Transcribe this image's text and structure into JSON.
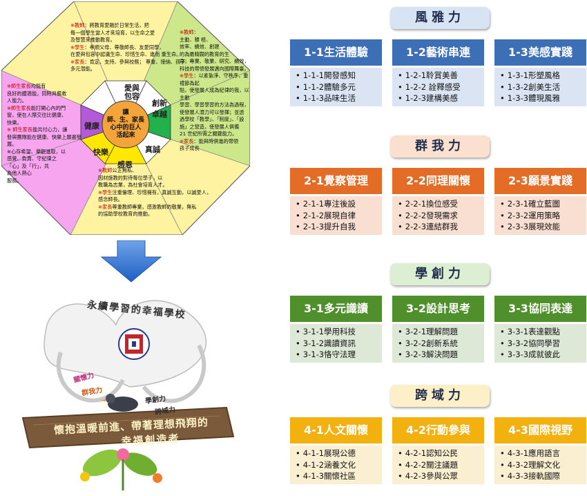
{
  "octagon": {
    "center": [
      "讓",
      "師、生、家長",
      "心中的巨人",
      "活起來"
    ],
    "values": {
      "top": "愛與\n包容",
      "right_top": "創新\n卓越",
      "right_bottom": "真誠",
      "bottom": "感恩",
      "left_bottom": "快樂",
      "left_top": "健康"
    },
    "top_block": [
      {
        "tag": "※教師",
        "text": "：將教育愛融於日常生活，把"
      },
      {
        "tag": "",
        "text": "每一個學生當人才來培育，以生命之愛"
      },
      {
        "tag": "",
        "text": "及智慧來推動教育。"
      },
      {
        "tag": "※學生",
        "text": "：孝順父母、尊敬師長、友愛同學，"
      },
      {
        "tag": "",
        "text": "在愛與包容中認識生命、珍惜生命、進而 重生命。"
      },
      {
        "tag": "※家長",
        "text": "：肯定、支持、參與校務； 尊重、接納、孩子"
      },
      {
        "tag": "",
        "text": "多元潛能。"
      }
    ],
    "right_block": [
      {
        "tag": "※教師",
        "text": "："
      },
      {
        "tag": "",
        "text": "主動、積 極、"
      },
      {
        "tag": "",
        "text": "效率、績效、創建"
      },
      {
        "tag": "",
        "text": "的為最精闢的教育的生"
      },
      {
        "tag": "",
        "text": "命；專業、敬業、研究、績效，"
      },
      {
        "tag": "",
        "text": "科技的帶領發展邁向國際舞臺。"
      },
      {
        "tag": "※學生",
        "text": "：以素紮淨、守秩序，重禮節為起"
      },
      {
        "tag": "",
        "text": "點，使發展人成為紀律的我，以主動"
      },
      {
        "tag": "",
        "text": "學習、學習學習的方法為過程，"
      },
      {
        "tag": "",
        "text": "使發展人潛力可以發揮；並透"
      },
      {
        "tag": "",
        "text": "過學校「教學」、「制度」、「設"
      },
      {
        "tag": "",
        "text": "施」之營造，使發展人俱備"
      },
      {
        "tag": "",
        "text": "21 世紀所需之關鍵能力。"
      },
      {
        "tag": "※家長",
        "text": "：能與時俱進的帶領"
      },
      {
        "tag": "",
        "text": "孩子成長"
      }
    ],
    "left_block": [
      {
        "tag": "※師生家長",
        "text": "均能有"
      },
      {
        "tag": "",
        "text": "良好的體適能，同時具備救"
      },
      {
        "tag": "",
        "text": "人能力。"
      },
      {
        "tag": "※師生家長",
        "text": "能打開心內的門"
      },
      {
        "tag": "",
        "text": "窗，使在人際交往比健康、"
      },
      {
        "tag": "",
        "text": "快樂。"
      },
      {
        "tag": "※ 師生家長",
        "text": "能共付心力，讓"
      },
      {
        "tag": "",
        "text": "發與團隊能在健康、快樂上展盡發展。"
      },
      {
        "tag": "",
        "text": "※心存希望、樂觀進取，以"
      },
      {
        "tag": "",
        "text": "感覺、負責、守紀律之"
      },
      {
        "tag": "",
        "text": "「心」及「行」，共"
      },
      {
        "tag": "",
        "text": "為他人熱心"
      },
      {
        "tag": "",
        "text": "服務。"
      }
    ],
    "bottom_block": [
      {
        "tag": "※教師",
        "text": "公正無私、"
      },
      {
        "tag": "",
        "text": "因材施教的對待每位學子，以"
      },
      {
        "tag": "",
        "text": "教職為志業，為社會培育人才。"
      },
      {
        "tag": "※學生",
        "text": "注重倫理、珍惜擁有，真誠互動，以誠愛人，"
      },
      {
        "tag": "",
        "text": "感念師長。"
      },
      {
        "tag": "※家長",
        "text": "尊重教師專業，感激教師的敬業，無私"
      },
      {
        "tag": "",
        "text": "的協助學校教育的推動。"
      }
    ]
  },
  "logo": {
    "arc_text": "永續學習的幸福學校",
    "ribbons": [
      "關懷力",
      "群我力",
      "學創力",
      "跨域力"
    ],
    "slogan_1": "懷抱溫暖前進、帶著理想飛翔的",
    "slogan_2": "幸福創造者"
  },
  "sections": [
    {
      "title": "風雅力",
      "banner_color": "#d7e4f4",
      "header_color": "#3c6fb6",
      "body_color": "#dbe4f2",
      "cards": [
        {
          "title": "1-1生活體驗",
          "items": [
            "1-1-1開發感知",
            "1-1-2體驗多元",
            "1-1-3品味生活"
          ]
        },
        {
          "title": "1-2藝術串連",
          "items": [
            "1-2-1聆賞美善",
            "1-2-2 詮釋感受",
            "1-2-3建構美感"
          ]
        },
        {
          "title": "1-3美感實踐",
          "items": [
            "1-3-1形塑風格",
            "1-3-2創美生活",
            "1-3-3體現風雅"
          ]
        }
      ]
    },
    {
      "title": "群我力",
      "banner_color": "#fbe0cf",
      "header_color": "#e36c26",
      "body_color": "#f9dfd2",
      "cards": [
        {
          "title": "2-1覺察管理",
          "items": [
            "2-1-1專注後設",
            "2-1-2展現自律",
            "2-1-3提升自我"
          ]
        },
        {
          "title": "2-2同理關懷",
          "items": [
            "2-2-1換位感受",
            "2-2-2發現需求",
            "2-2-3連結群我"
          ]
        },
        {
          "title": "2-3願景實踐",
          "items": [
            "2-3-1確立藍圖",
            "2-3-2運用策略",
            "2-3-3展現效能"
          ]
        }
      ]
    },
    {
      "title": "學創力",
      "banner_color": "#dcefd2",
      "header_color": "#4f8f2c",
      "body_color": "#dde8d6",
      "cards": [
        {
          "title": "3-1多元識讀",
          "items": [
            "3-1-1學用科技",
            "3-1-2識讀資訊",
            "3-1-3恪守法理"
          ]
        },
        {
          "title": "3-2設計思考",
          "items": [
            "3-2-1理解問題",
            "3-2-2創新系統",
            "3-2-3解決問題"
          ]
        },
        {
          "title": "3-3協同表達",
          "items": [
            "3-3-1表達觀點",
            "3-3-2協同學習",
            "3-3-3成就彼此"
          ]
        }
      ]
    },
    {
      "title": "跨域力",
      "banner_color": "#fdf0c8",
      "header_color": "#f2b10f",
      "body_color": "#fbefd2",
      "cards": [
        {
          "title": "4-1人文關懷",
          "items": [
            "4-1-1展現公德",
            "4-1-2涵養文化",
            "4-1-3關懷社區"
          ]
        },
        {
          "title": "4-2行動參與",
          "items": [
            "4-2-1認知公民",
            "4-2-2關注議題",
            "4-2-3參與公眾"
          ]
        },
        {
          "title": "4-3國際視野",
          "items": [
            "4-3-1應用語言",
            "4-3-2理解文化",
            "4-3-3接軌國際"
          ]
        }
      ]
    }
  ]
}
